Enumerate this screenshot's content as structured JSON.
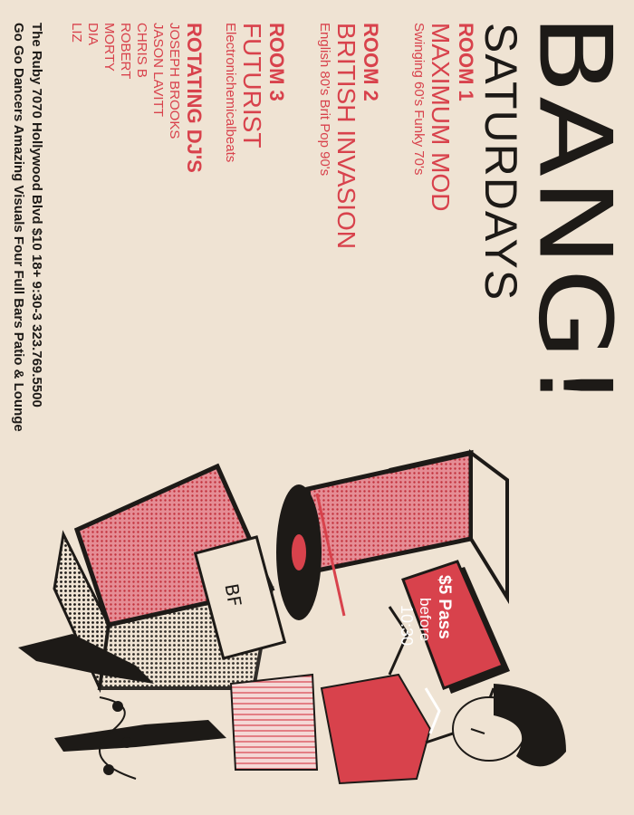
{
  "header": {
    "logo": "BANG!",
    "subtitle": "SATURDAYS"
  },
  "rooms": [
    {
      "label": "ROOM 1",
      "name": "MAXIMUM MOD",
      "desc": "Swinging 60's Funky 70's"
    },
    {
      "label": "ROOM 2",
      "name": "BRITISH INVASION",
      "desc": "English 80's Brit Pop 90's"
    },
    {
      "label": "ROOM 3",
      "name": "FUTURIST",
      "desc": "Electronichemicalbeats"
    }
  ],
  "djs": {
    "heading": "ROTATING DJ'S",
    "names": [
      "JOSEPH BROOKS",
      "JASON LAVITT",
      "CHRIS B",
      "ROBERT",
      "MORTY",
      "DIA",
      "LIZ"
    ]
  },
  "footer": {
    "line1": "The Ruby 7070 Hollywood Blvd $10 18+ 9:30-3 323.769.5500",
    "line2": "Go Go Dancers Amazing Visuals Four Full Bars Patio & Lounge"
  },
  "pass": {
    "line1": "$5 Pass",
    "line2": "before",
    "line3": "10:30"
  },
  "colors": {
    "background": "#efe3d3",
    "accent_red": "#d8424c",
    "ink": "#1d1a17"
  }
}
